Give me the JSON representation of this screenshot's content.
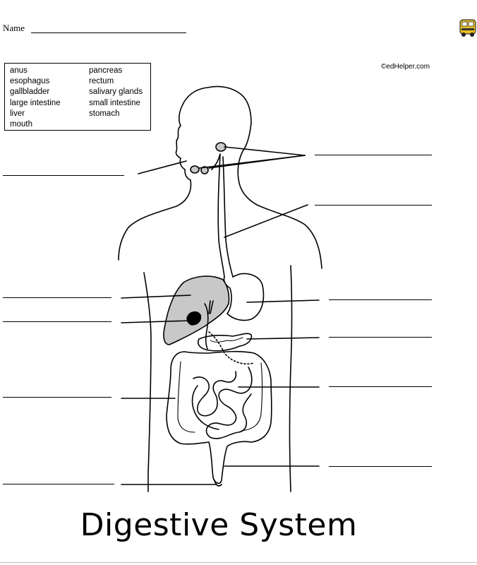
{
  "header": {
    "name_label": "Name",
    "copyright": "©edHelper.com",
    "bus_icon": "school-bus-icon"
  },
  "word_bank": {
    "column_1": [
      "anus",
      "esophagus",
      "gallbladder",
      "large intestine",
      "liver",
      "mouth"
    ],
    "column_2": [
      "pancreas",
      "rectum",
      "salivary glands",
      "small intestine",
      "stomach"
    ]
  },
  "title": "Digestive System",
  "colors": {
    "ink": "#000000",
    "organ_fill": "#c8c8c8",
    "paper": "#ffffff",
    "bus_yellow": "#e8c020"
  }
}
